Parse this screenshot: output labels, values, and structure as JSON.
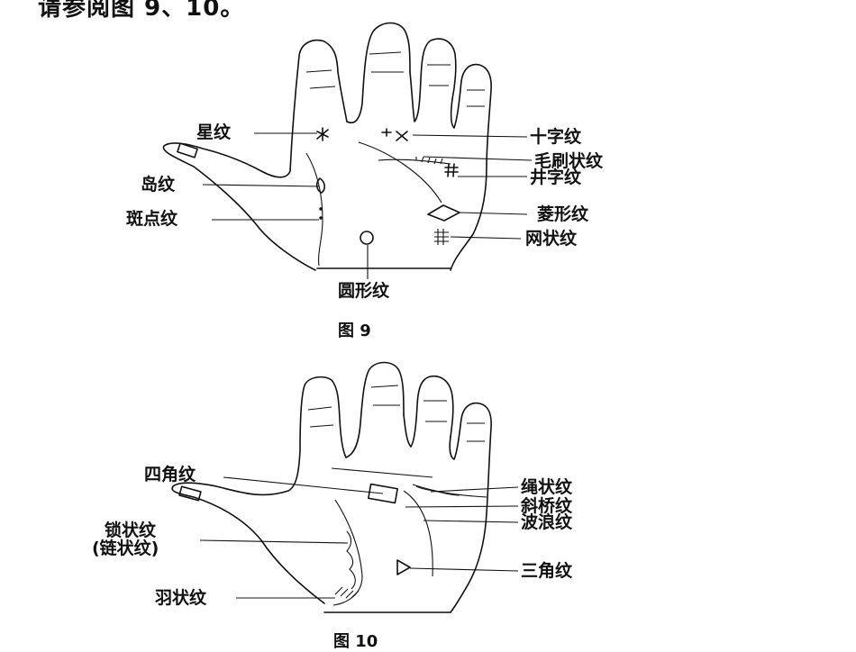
{
  "header": {
    "text": "请参阅图 9、10。"
  },
  "figure9": {
    "caption": "图 9",
    "labels": {
      "star": "星纹",
      "island": "岛纹",
      "spot": "斑点纹",
      "circle": "圆形纹",
      "cross": "十字纹",
      "brush": "毛刷状纹",
      "well": "井字纹",
      "diamond": "菱形纹",
      "net": "网状纹"
    }
  },
  "figure10": {
    "caption": "图 10",
    "labels": {
      "square": "四角纹",
      "lock": "锁状纹",
      "chain": "(链状纹)",
      "feather": "羽状纹",
      "rope": "绳状纹",
      "bridge": "斜桥纹",
      "wave": "波浪纹",
      "triangle": "三角纹"
    }
  }
}
